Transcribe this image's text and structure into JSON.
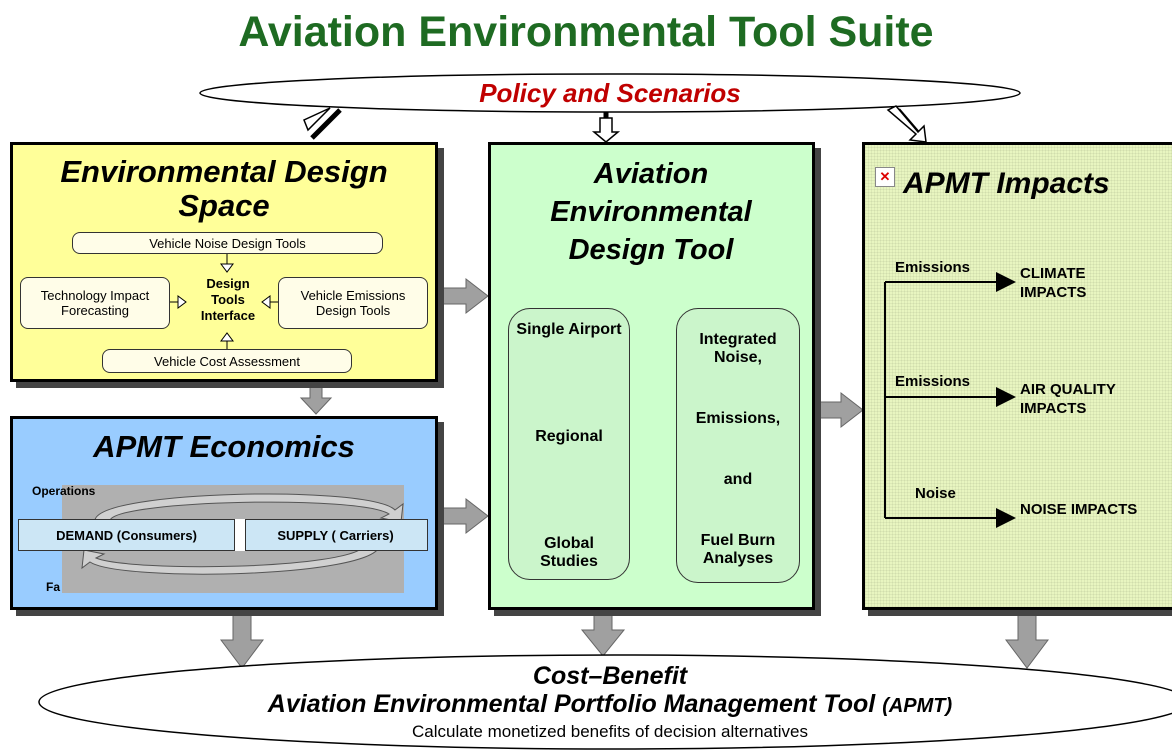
{
  "title": "Aviation Environmental Tool Suite",
  "policy": "Policy and Scenarios",
  "eds": {
    "title": "Environmental Design Space",
    "noise_tools": "Vehicle Noise Design Tools",
    "interface": "Design Tools Interface",
    "tech": "Technology Impact Forecasting",
    "emissions_tools": "Vehicle Emissions Design Tools",
    "cost": "Vehicle Cost Assessment"
  },
  "econ": {
    "title": "APMT Economics",
    "operations": "Operations",
    "demand": "DEMAND (Consumers)",
    "supply": "SUPPLY ( Carriers)",
    "fares": "Fa"
  },
  "aedt": {
    "title": "Aviation Environmental Design Tool",
    "single_airport": "Single Airport",
    "regional": "Regional",
    "global": "Global Studies",
    "integrated": "Integrated Noise,",
    "emissions": "Emissions,",
    "and": "and",
    "fuel": "Fuel Burn Analyses"
  },
  "impacts": {
    "title": "APMT Impacts",
    "rows": [
      {
        "input": "Emissions",
        "output": "CLIMATE IMPACTS"
      },
      {
        "input": "Emissions",
        "output": "AIR QUALITY IMPACTS"
      },
      {
        "input": "Noise",
        "output": "NOISE IMPACTS"
      }
    ]
  },
  "cba": {
    "line1": "Cost–Benefit",
    "line2": "Aviation Environmental Portfolio Management Tool",
    "line2_suffix": "(APMT)",
    "line3": "Calculate monetized benefits of decision alternatives"
  },
  "colors": {
    "title_green": "#1e6b22",
    "policy_red": "#c00000",
    "eds_yellow": "#ffff99",
    "econ_blue": "#99ccff",
    "aedt_green": "#ccffcc",
    "impacts_green": "#e8f5c0"
  }
}
